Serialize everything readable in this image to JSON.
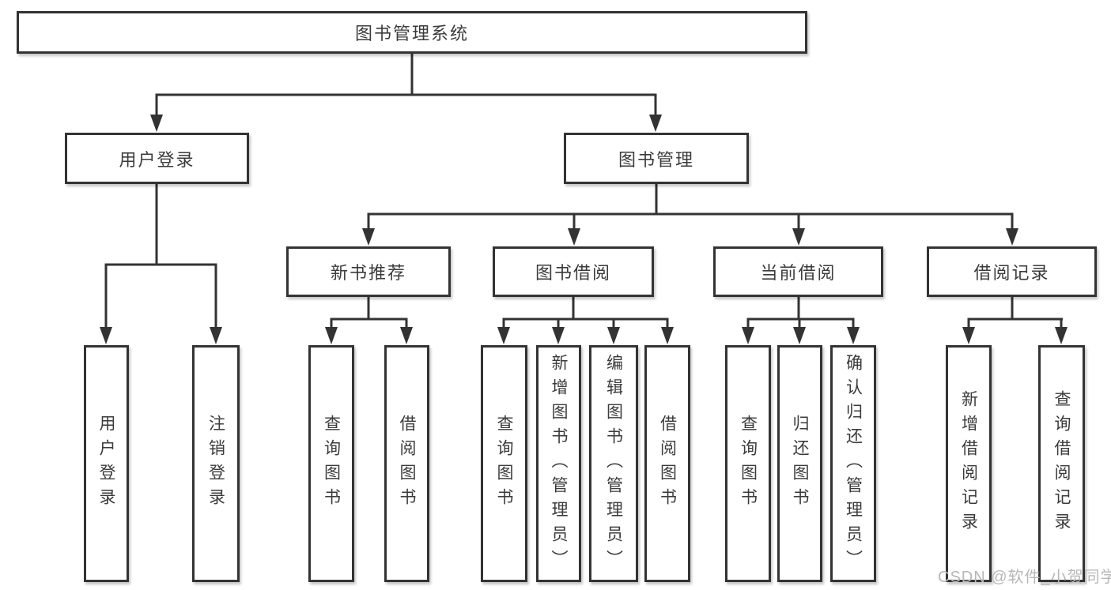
{
  "diagram_type": "hierarchy-tree",
  "nodes": {
    "root": "图书管理系统",
    "user_login": "用户登录",
    "book_management": "图书管理",
    "new_book_recommend": "新书推荐",
    "book_borrow": "图书借阅",
    "current_borrow": "当前借阅",
    "borrow_records": "借阅记录",
    "leaves": {
      "user_login": "用户登录",
      "logout": "注销登录",
      "recommend_query_books": "查询图书",
      "recommend_borrow_books": "借阅图书",
      "borrow_query_books": "查询图书",
      "borrow_add_books": "新增图书（管理员）",
      "borrow_edit_books": "编辑图书（管理员）",
      "borrow_borrow_books": "借阅图书",
      "current_query_books": "查询图书",
      "current_return_books": "归还图书",
      "current_confirm_return": "确认归还（管理员）",
      "records_add_record": "新增借阅记录",
      "records_query_record": "查询借阅记录"
    }
  },
  "watermark": "CSDN @软件_小贺同学",
  "colors": {
    "line": "#333333",
    "box_border": "#333333",
    "box_fill": "#ffffff",
    "text": "#3b3b3b",
    "watermark": "#b8b8b8",
    "background": "#ffffff"
  }
}
